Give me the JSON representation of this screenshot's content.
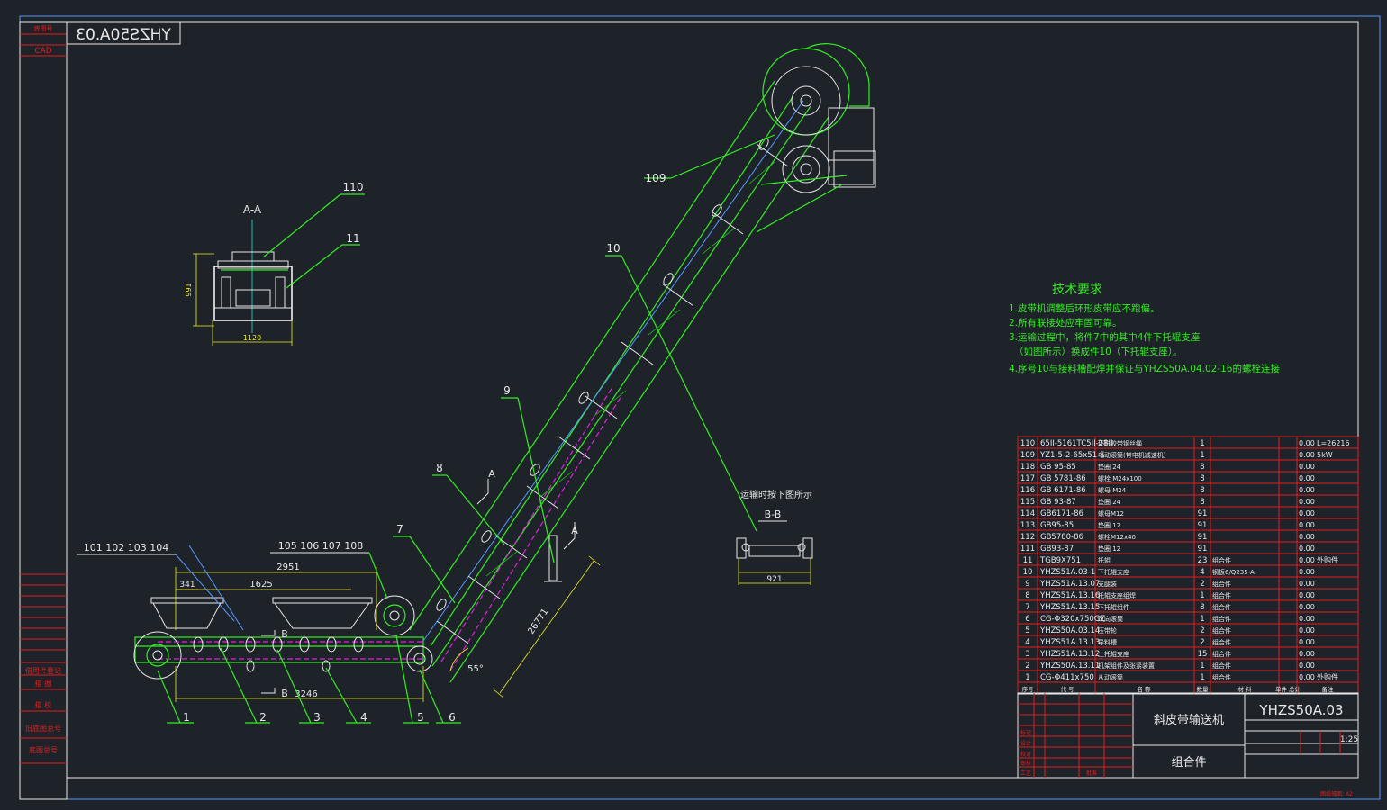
{
  "drawing_code_mirrored": "YHZS50A.03",
  "left_strip": {
    "top_labels": [
      "底图号",
      "CAD"
    ],
    "bottom_labels": [
      "借用件登记",
      "描 图",
      "描 校",
      "旧底图总号",
      "底图总号"
    ]
  },
  "section_aa": {
    "title": "A-A",
    "dim_height": "991",
    "dim_width": "1120",
    "callout_110": "110",
    "callout_11": "11"
  },
  "section_bb": {
    "note": "运输时按下图所示",
    "title": "B-B",
    "dim_width": "921"
  },
  "callouts": {
    "c109": "109",
    "c10": "10",
    "c9": "9",
    "c8": "8",
    "c7": "7",
    "top_group_left": "101 102 103 104",
    "top_group_right": "105 106 107 108",
    "bottom": [
      "1",
      "2",
      "3",
      "4",
      "5",
      "6"
    ],
    "section_a": "A",
    "section_b": "B"
  },
  "dimensions": {
    "d2951": "2951",
    "d1625": "1625",
    "d341": "341",
    "d3246": "3246",
    "d26771": "26771",
    "angle": "55°"
  },
  "tech": {
    "title": "技术要求",
    "lines": [
      "1.皮带机调整后环形皮带应不跑偏。",
      "2.所有联接处应牢固可靠。",
      "3.运输过程中，将件7中的其中4件下托辊支座",
      "（如图所示）换成件10（下托辊支座）。",
      "4.序号10与接料槽配焊并保证与YHZS50A.04.02-16的螺栓连接"
    ]
  },
  "bom": {
    "rows": [
      {
        "no": "110",
        "code": "65II-5161TC5II-28II",
        "name": "环形胶带钢丝绳",
        "qty": "1",
        "mat": "",
        "w": "0.00",
        "note": "L=26216"
      },
      {
        "no": "109",
        "code": "YZ1-5-2-65x51-S",
        "name": "电动滚筒(带电机减速机)",
        "qty": "1",
        "mat": "",
        "w": "0.00",
        "note": "5kW"
      },
      {
        "no": "118",
        "code": "GB 95-85",
        "name": "垫圈 24",
        "qty": "8",
        "mat": "",
        "w": "0.00",
        "note": ""
      },
      {
        "no": "117",
        "code": "GB 5781-86",
        "name": "螺栓 M24x100",
        "qty": "8",
        "mat": "",
        "w": "0.00",
        "note": ""
      },
      {
        "no": "116",
        "code": "GB 6171-86",
        "name": "螺母 M24",
        "qty": "8",
        "mat": "",
        "w": "0.00",
        "note": ""
      },
      {
        "no": "115",
        "code": "GB 93-87",
        "name": "垫圈 24",
        "qty": "8",
        "mat": "",
        "w": "0.00",
        "note": ""
      },
      {
        "no": "114",
        "code": "GB6171-86",
        "name": "螺母M12",
        "qty": "91",
        "mat": "",
        "w": "0.00",
        "note": ""
      },
      {
        "no": "113",
        "code": "GB95-85",
        "name": "垫圈 12",
        "qty": "91",
        "mat": "",
        "w": "0.00",
        "note": ""
      },
      {
        "no": "112",
        "code": "GB5780-86",
        "name": "螺栓M12x40",
        "qty": "91",
        "mat": "",
        "w": "0.00",
        "note": ""
      },
      {
        "no": "111",
        "code": "GB93-87",
        "name": "垫圈 12",
        "qty": "91",
        "mat": "",
        "w": "0.00",
        "note": ""
      },
      {
        "no": "11",
        "code": "TGB9X751",
        "name": "托辊",
        "qty": "23",
        "mat": "组合件",
        "w": "0.00",
        "note": "外购件"
      },
      {
        "no": "10",
        "code": "YHZS51A.03-1",
        "name": "下托辊支座",
        "qty": "4",
        "mat": "钢板6/Q235-A",
        "w": "0.00",
        "note": ""
      },
      {
        "no": "9",
        "code": "YHZS51A.13.07",
        "name": "支腿装",
        "qty": "2",
        "mat": "组合件",
        "w": "0.00",
        "note": ""
      },
      {
        "no": "8",
        "code": "YHZS51A.13.16",
        "name": "托辊支座组焊",
        "qty": "1",
        "mat": "组合件",
        "w": "0.00",
        "note": ""
      },
      {
        "no": "7",
        "code": "YHZS51A.13.15",
        "name": "下托辊组件",
        "qty": "8",
        "mat": "组合件",
        "w": "0.00",
        "note": ""
      },
      {
        "no": "6",
        "code": "CG-Φ320x750GZ",
        "name": "改向滚筒",
        "qty": "1",
        "mat": "组合件",
        "w": "0.00",
        "note": ""
      },
      {
        "no": "5",
        "code": "YHZS50A.03.14",
        "name": "压带轮",
        "qty": "2",
        "mat": "组合件",
        "w": "0.00",
        "note": ""
      },
      {
        "no": "4",
        "code": "YHZS51A.13.13",
        "name": "导料槽",
        "qty": "2",
        "mat": "组合件",
        "w": "0.00",
        "note": ""
      },
      {
        "no": "3",
        "code": "YHZS51A.13.12",
        "name": "上托辊支座",
        "qty": "15",
        "mat": "组合件",
        "w": "0.00",
        "note": ""
      },
      {
        "no": "2",
        "code": "YHZS50A.13.11",
        "name": "机架组件及张紧装置",
        "qty": "1",
        "mat": "组合件",
        "w": "0.00",
        "note": ""
      },
      {
        "no": "1",
        "code": "CG-Φ411x750",
        "name": "从动滚筒",
        "qty": "1",
        "mat": "组合件",
        "w": "0.00",
        "note": "外购件"
      }
    ],
    "header": {
      "no": "序号",
      "code": "代 号",
      "name": "名 称",
      "qty": "数量",
      "mat": "材 料",
      "w": "单件 总计",
      "note": "备注"
    }
  },
  "title_block": {
    "product": "斜皮带输送机",
    "drawing_no": "YHZS50A.03",
    "kind": "组合件",
    "scale": "1:25",
    "sheet_size": "图纸幅面: A2",
    "row_labels": [
      "标记",
      "设计",
      "校对",
      "审核",
      "工艺",
      "批准"
    ]
  },
  "colors": {
    "bg": "#1e2229",
    "white": "#e8e8e8",
    "green": "#33ee22",
    "red": "#e02020",
    "magenta": "#dd22dd",
    "blue": "#5599ff",
    "yellow": "#f0f020"
  }
}
